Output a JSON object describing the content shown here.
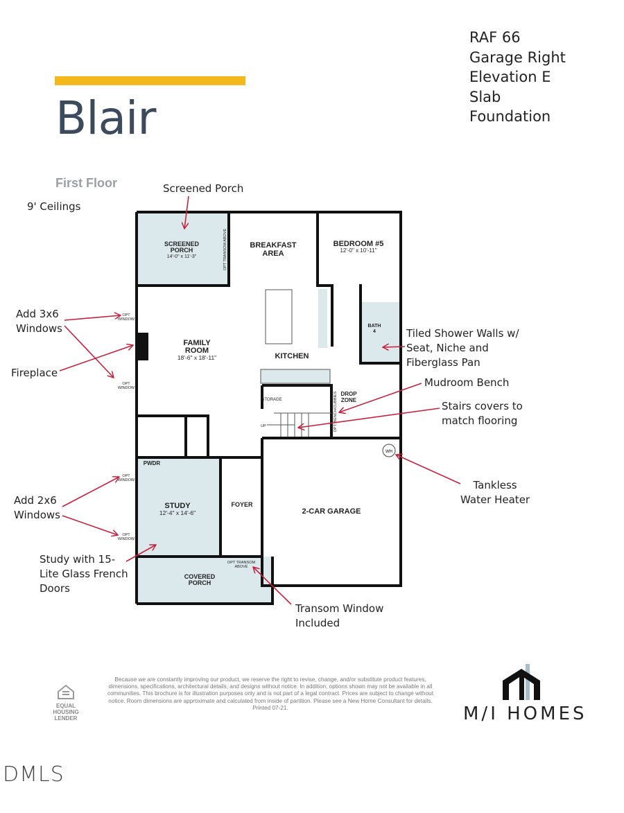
{
  "header": {
    "plan_name": "Blair",
    "info_lines": [
      "RAF 66",
      "Garage Right",
      "Elevation E",
      "Slab",
      "Foundation"
    ],
    "floor_label": "First Floor",
    "accent_color": "#f4b71c"
  },
  "rooms": {
    "screened_porch": {
      "name1": "SCREENED",
      "name2": "PORCH",
      "dims": "14'-0\" x 11'-3\""
    },
    "breakfast": {
      "name1": "BREAKFAST",
      "name2": "AREA"
    },
    "bedroom5": {
      "name": "BEDROOM #5",
      "dims": "12'-0\" x 10'-11\""
    },
    "bath4": {
      "name1": "BATH",
      "name2": "4"
    },
    "family_room": {
      "name1": "FAMILY",
      "name2": "ROOM",
      "dims": "18'-6\" x 18'-11\""
    },
    "kitchen": {
      "name": "KITCHEN"
    },
    "storage": {
      "name": "STORAGE"
    },
    "drop_zone": {
      "name1": "DROP",
      "name2": "ZONE"
    },
    "up": "UP",
    "pwdr": "PWDR",
    "study": {
      "name": "STUDY",
      "dims": "12'-4\" x 14'-6\""
    },
    "foyer": "FOYER",
    "garage": "2-CAR GARAGE",
    "covered_porch": {
      "name1": "COVERED",
      "name2": "PORCH"
    },
    "wh": "WH",
    "opt_window": [
      "OPT",
      "WINDOW"
    ],
    "opt_transom_above_vertical": "OPT TRANSOM ABOVE",
    "opt_transom_front": [
      "OPT TRANSOM",
      "ABOVE"
    ],
    "opt_bench": "OPT. BENCH/CUBBIES"
  },
  "annotations": {
    "ceilings": "9' Ceilings",
    "screened_porch": "Screened Porch",
    "add_3x6": [
      "Add 3x6",
      "Windows"
    ],
    "fireplace": "Fireplace",
    "add_2x6": [
      "Add 2x6",
      "Windows"
    ],
    "study": [
      "Study with 15-",
      "Lite Glass French",
      "Doors"
    ],
    "transom": [
      "Transom Window",
      "Included"
    ],
    "shower": [
      "Tiled Shower Walls w/",
      "Seat, Niche and",
      "Fiberglass Pan"
    ],
    "mudroom": "Mudroom Bench",
    "stairs": [
      "Stairs covers to",
      "match flooring"
    ],
    "tankless": [
      "Tankless",
      "Water Heater"
    ],
    "arrow_color": "#c8203c"
  },
  "footer": {
    "disclaimer": "Because we are constantly improving our product, we reserve the right to revise, change, and/or substitute product features, dimensions, specifications, architectural details, and designs without notice. In addition, options shown may not be available in all communities. This brochure is for illustration purposes only and is not part of a legal contract. Prices are subject to change without notice. Room dimensions are approximate and calculated from inside of partition. Please see a New Home Consultant for details. Printed 07-21.",
    "equal_housing": "EQUAL HOUSING LENDER",
    "brand": "M/I HOMES",
    "watermark": "DMLS"
  }
}
